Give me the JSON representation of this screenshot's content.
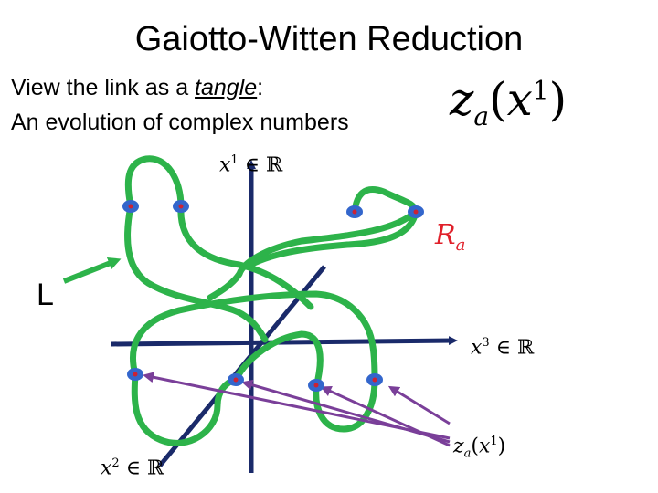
{
  "title": "Gaiotto-Witten Reduction",
  "intro": {
    "line1_prefix": "View the link as a ",
    "line1_emph": "tangle",
    "line1_suffix": ":",
    "line2": "An evolution of complex numbers"
  },
  "headline_formula": {
    "base": "z",
    "sub": "a",
    "open": "(",
    "arg": "x",
    "sup": "1",
    "close": ")"
  },
  "axes": {
    "x1": {
      "var": "x",
      "sup": "1",
      "rel": "∈ ℝ"
    },
    "x2": {
      "var": "x",
      "sup": "2",
      "rel": "∈ ℝ"
    },
    "x3": {
      "var": "x",
      "sup": "3",
      "rel": "∈ ℝ"
    }
  },
  "region_label": {
    "base": "R",
    "sub": "a"
  },
  "link_label": "L",
  "point_label": {
    "base": "z",
    "sub": "a",
    "open": "(",
    "arg": "x",
    "sup": "1",
    "close": ")"
  },
  "colors": {
    "tangle": "#2db34a",
    "axis": "#1a2a6a",
    "arrow": "#7a3f99",
    "dot_fill": "#3366cc",
    "dot_center": "#cc2233",
    "region": "#e0202a"
  }
}
